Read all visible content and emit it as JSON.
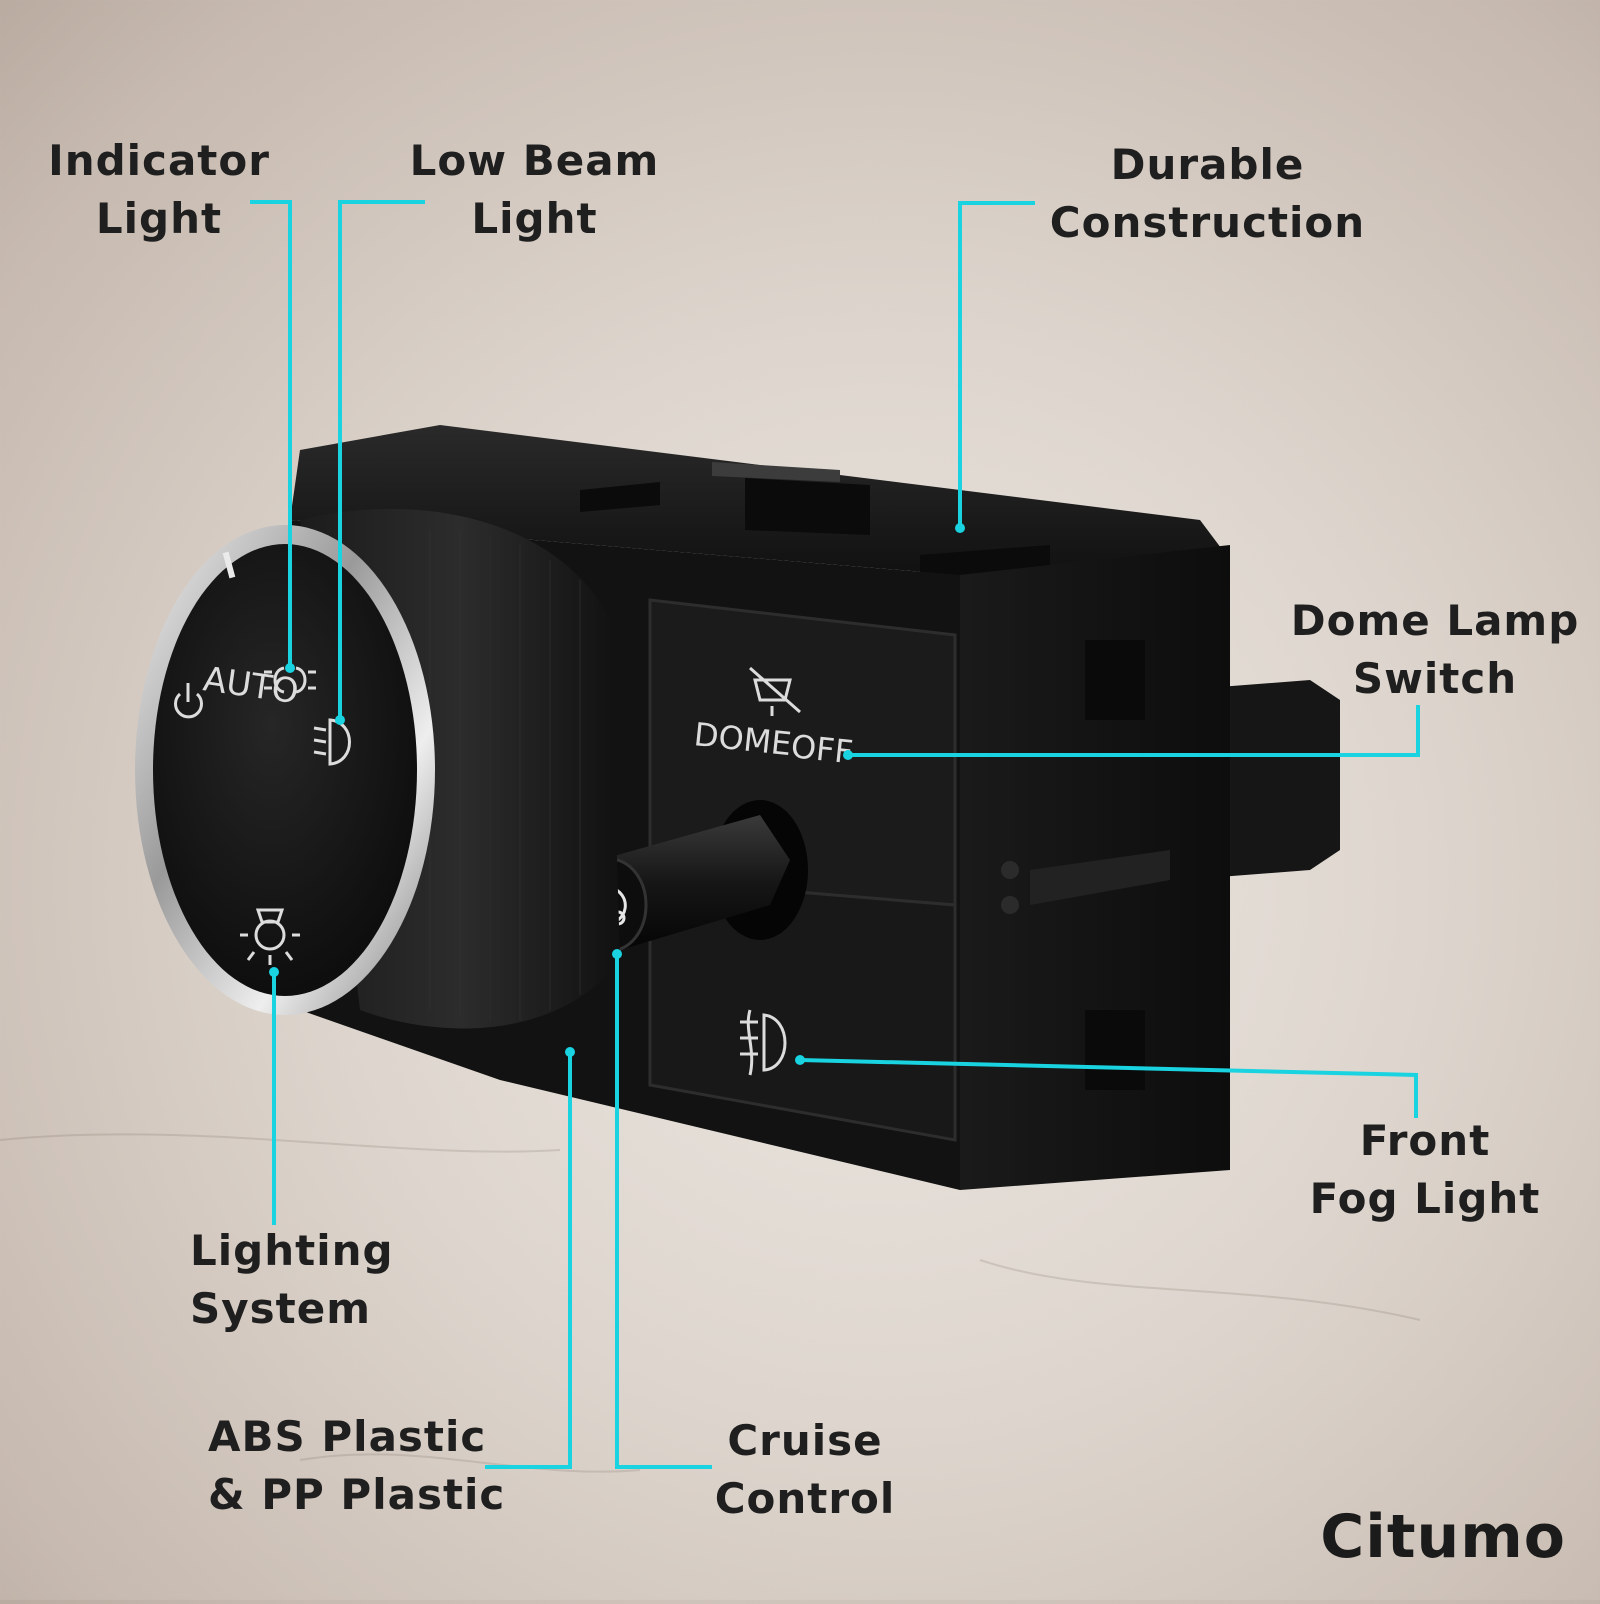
{
  "callouts": {
    "indicator_light": [
      "Indicator",
      "Light"
    ],
    "low_beam_light": [
      "Low Beam",
      "Light"
    ],
    "durable_construction": [
      "Durable",
      "Construction"
    ],
    "dome_lamp_switch": [
      "Dome Lamp",
      "Switch"
    ],
    "front_fog_light": [
      "Front",
      "Fog Light"
    ],
    "lighting_system": [
      "Lighting",
      "System"
    ],
    "abs_plastic": [
      "ABS Plastic",
      "& PP Plastic"
    ],
    "cruise_control": [
      "Cruise",
      "Control"
    ]
  },
  "product_markings": {
    "auto": "AUTO",
    "dome": "DOME",
    "off": "OFF"
  },
  "brand": "Citumo",
  "colors": {
    "callout_line": "#19d3e0",
    "label_text": "#1f1f1f",
    "housing": "#141414",
    "chrome_ring": "#d8d8d8"
  },
  "icons": [
    "power-icon",
    "parking-lamp-icon",
    "low-beam-icon",
    "interior-lamp-icon",
    "dome-off-icon",
    "cruise-control-icon",
    "fog-light-icon"
  ]
}
